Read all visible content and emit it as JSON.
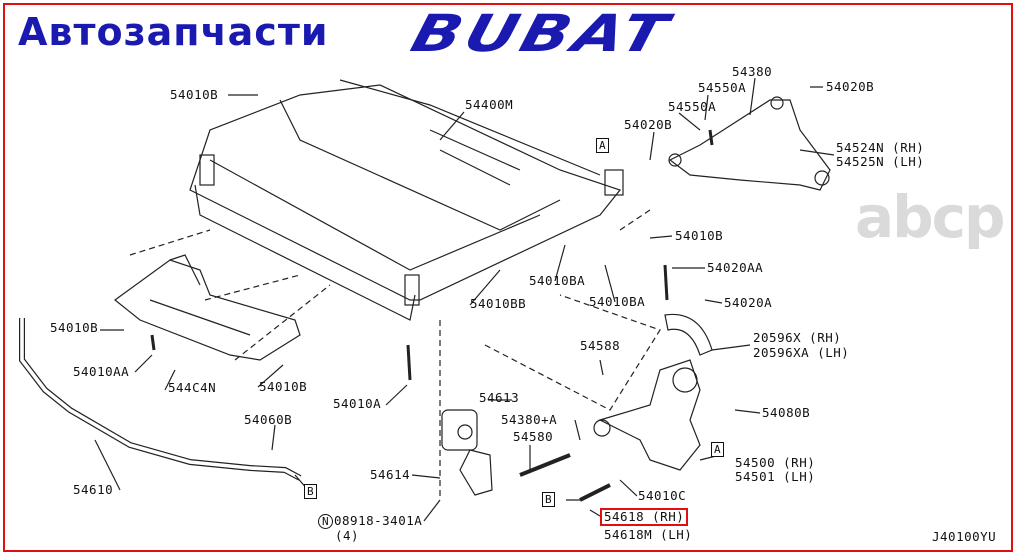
{
  "diagram_code": "J40100YU",
  "callouts": {
    "c1": "54010B",
    "c2": "54400M",
    "c3": "54380",
    "c4": "54550A",
    "c5": "54550A",
    "c6": "54020B",
    "c7": "54020B",
    "c8a": "54524N (RH)",
    "c8b": "54525N (LH)",
    "c9": "54010B",
    "c10": "54020AA",
    "c11": "54010BA",
    "c12": "54010BA",
    "c13": "54010BB",
    "c14": "54020A",
    "c15a": "20596X (RH)",
    "c15b": "20596XA (LH)",
    "c16": "54010B",
    "c17": "54588",
    "c18": "54010AA",
    "c19": "544C4N",
    "c20": "54010B",
    "c21": "54010A",
    "c22": "54613",
    "c23": "54380+A",
    "c24": "54080B",
    "c25": "54060B",
    "c26": "54580",
    "c27a": "54500 (RH)",
    "c27b": "54501 (LH)",
    "c28": "54610",
    "c29": "54614",
    "c30": "54010C",
    "c31": "08918-3401A",
    "c31qty": "(4)",
    "c31prefix": "N",
    "c32a": "54618 (RH)",
    "c32b": "54618M (LH)"
  },
  "ref_markers": {
    "a1": "A",
    "a2": "A",
    "b1": "B",
    "b2": "B"
  },
  "watermarks": {
    "site": "abcp",
    "brand": "BUBAT",
    "tagline": "Автозапчасти"
  },
  "colors": {
    "frame": "#e01010",
    "brand": "#1a1ab0",
    "highlight": "#e01010"
  }
}
